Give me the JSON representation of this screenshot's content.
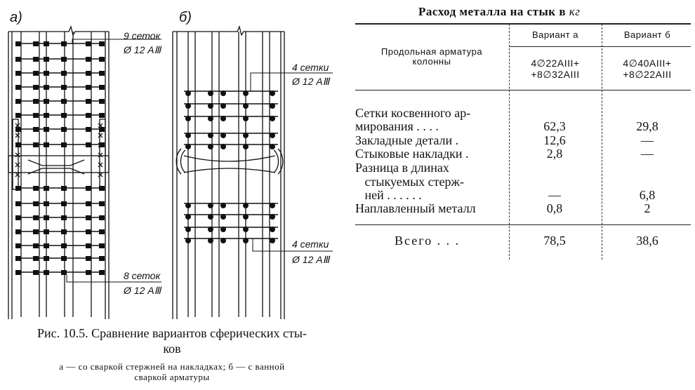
{
  "figure": {
    "panel_a_label": "а)",
    "panel_b_label": "б)",
    "annotations": {
      "a_top_count": "9 сеток",
      "a_top_bar": "Ø 12 АⅢ",
      "a_bottom_count": "8 сеток",
      "a_bottom_bar": "Ø 12 АⅢ",
      "b_top_count": "4 сетки",
      "b_top_bar": "Ø 12 АⅢ",
      "b_bottom_count": "4 сетки",
      "b_bottom_bar": "Ø 12 АⅢ"
    },
    "caption_line1": "Рис. 10.5. Сравнение вариантов сферических сты-",
    "caption_line2": "ков",
    "caption_note_line1": "а — со сваркой стержней на накладках; б — с ванной",
    "caption_note_line2": "сваркой арматуры"
  },
  "table": {
    "title_main": "Расход металла на стык в ",
    "title_unit": "кг",
    "header": {
      "row_label_line1": "Продольная арматура",
      "row_label_line2": "колонны",
      "col_a": "Вариант а",
      "col_b": "Вариант б",
      "col_a_spec_line1": "4∅22АIII+",
      "col_a_spec_line2": "+8∅32АIII",
      "col_b_spec_line1": "4∅40АIII+",
      "col_b_spec_line2": "+8∅22АIII"
    },
    "rows": [
      {
        "text": "Сетки косвенного ар-"
      },
      {
        "text": "мирования . . . .",
        "a": "62,3",
        "b": "29,8"
      },
      {
        "text": "Закладные детали .",
        "a": "12,6",
        "b": "—"
      },
      {
        "text": "Стыковые накладки .",
        "a": "2,8",
        "b": "—"
      },
      {
        "text": "Разница в длинах"
      },
      {
        "text": "   стыкуемых стерж-"
      },
      {
        "text": "   ней . . . . . .",
        "a": "—",
        "b": "6,8"
      },
      {
        "text": "Наплавленный металл",
        "a": "0,8",
        "b": "2"
      }
    ],
    "total": {
      "label": "Всего . . .",
      "a": "78,5",
      "b": "38,6"
    }
  }
}
